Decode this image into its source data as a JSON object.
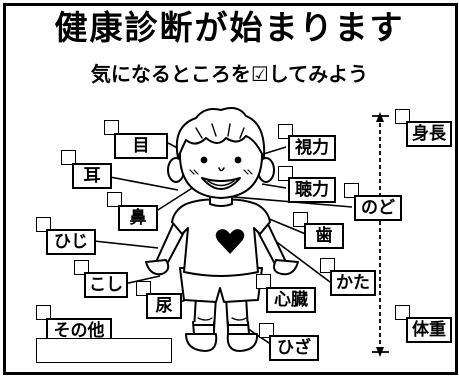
{
  "title": "健康診断が始まります",
  "subtitle": "気になるところを☑してみよう",
  "check_icon": "checkbox-icon",
  "labels": {
    "eye": "目",
    "ear": "耳",
    "nose": "鼻",
    "elbow": "ひじ",
    "waist": "こし",
    "urine": "尿",
    "other": "その他",
    "vision": "視力",
    "hearing": "聴力",
    "throat": "のど",
    "teeth": "歯",
    "shoulder": "かた",
    "heart": "心臓",
    "knee": "ひざ",
    "height": "身長",
    "weight": "体重"
  }
}
